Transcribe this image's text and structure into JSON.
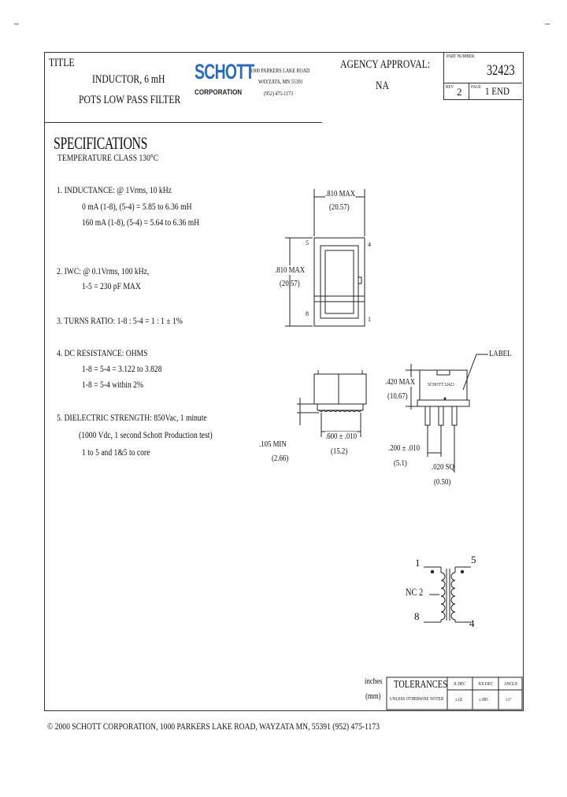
{
  "corner_marks": {
    "left": "–",
    "right": "–"
  },
  "title_block": {
    "title_label": "TITLE",
    "title_line1": "INDUCTOR, 6 mH",
    "title_line2": "POTS LOW PASS FILTER",
    "logo_main": "SCHOTT",
    "logo_sub": "CORPORATION",
    "address_line1": "1000 PARKERS LAKE ROAD",
    "address_line2": "WAYZATA, MN 55391",
    "address_line3": "(952) 475-1173",
    "agency_label": "AGENCY APPROVAL:",
    "agency_value": "NA",
    "part_number_label": "PART NUMBER",
    "part_number": "32423",
    "rev_label": "REV",
    "rev_value": "2",
    "page_label": "PAGE",
    "page_value": "1 END"
  },
  "specs": {
    "heading": "SPECIFICATIONS",
    "temperature": "TEMPERATURE CLASS 130°C",
    "inductance_title": "1. INDUCTANCE: @ 1Vrms, 10 kHz",
    "inductance_line1": "0 mA    (1-8), (5-4)  =  5.85 to 6.36 mH",
    "inductance_line2": "160 mA (1-8), (5-4)  =  5.64 to 6.36 mH",
    "iwc_title": "2. IWC: @ 0.1Vrms, 100 kHz,",
    "iwc_line1": "1-5  =  230 pF MAX",
    "turns_ratio": "3. TURNS RATIO: 1-8 : 5-4  =  1 : 1  ± 1%",
    "dcr_title": "4. DC RESISTANCE: OHMS",
    "dcr_line1": "1-8  =  5-4  =  3.122 to 3.828",
    "dcr_line2": "1-8  =  5-4 within 2%",
    "dielectric_title": "5. DIELECTRIC STRENGTH: 850Vac, 1 minute",
    "dielectric_line1": "(1000 Vdc, 1 second Schott Production test)",
    "dielectric_line2": "1 to 5 and 1&5 to core"
  },
  "drawing": {
    "width_dim": ".810 MAX",
    "width_dim_mm": "(20.57)",
    "height_dim": ".810 MAX",
    "height_dim_mm": "(20.57)",
    "pin_5": "5",
    "pin_4": "4",
    "pin_8": "8",
    "pin_1": "1",
    "label_callout": "LABEL",
    "label_text": "SCHOTT 32423",
    "side_height_dim": ".420 MAX",
    "side_height_mm": "(10.67)",
    "standoff_dim": ".105 MIN",
    "standoff_mm": "(2.66)",
    "pin_span_dim": ".600 ± .010",
    "pin_span_mm": "(15.2)",
    "pitch_dim": ".200 ± .010",
    "pitch_mm": "(5.1)",
    "pin_sq_dim": ".020 SQ",
    "pin_sq_mm": "(0.50)"
  },
  "schematic": {
    "pin1": "1",
    "pin5": "5",
    "nc2": "NC 2",
    "pin8": "8",
    "pin4": "4"
  },
  "tolerances": {
    "units_inches": "inches",
    "units_mm": "(mm)",
    "title": "TOLERANCES",
    "subtitle": "UNLESS OTHERWISE NOTED",
    "col1_head": ".X DEC",
    "col2_head": ".XX DEC",
    "col3_head": "ANGLE",
    "col1_val": "±.02",
    "col2_val": "±.005",
    "col3_val": "±1°"
  },
  "footer": "© 2000 SCHOTT CORPORATION, 1000 PARKERS LAKE ROAD, WAYZATA MN, 55391   (952) 475-1173"
}
